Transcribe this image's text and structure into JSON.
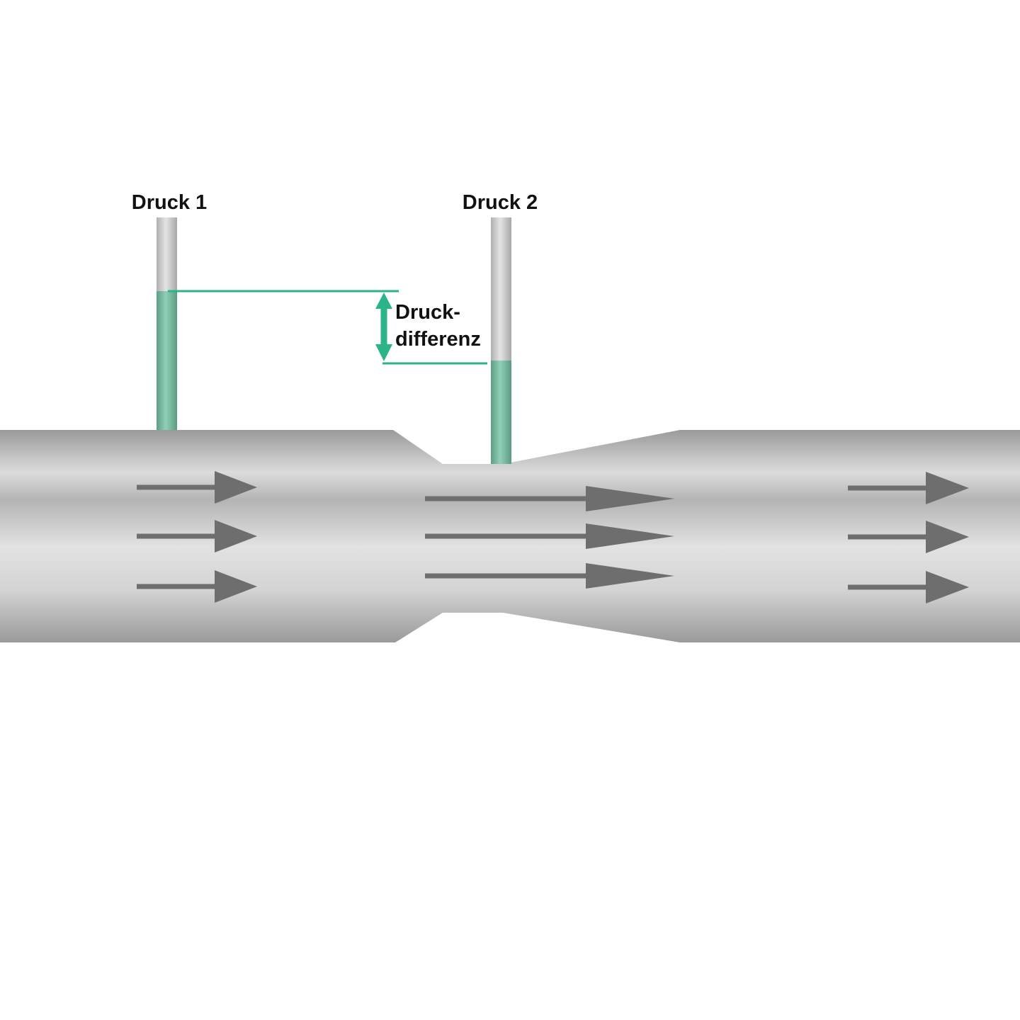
{
  "labels": {
    "pressure_1": "Druck 1",
    "pressure_2": "Druck 2",
    "difference_line1": "Druck-",
    "difference_line2": "differenz"
  },
  "colors": {
    "fluid": "#6fb79c",
    "accent": "#2bb38a",
    "pipe": "#d8d8d8",
    "arrow": "#6e6e6e"
  }
}
